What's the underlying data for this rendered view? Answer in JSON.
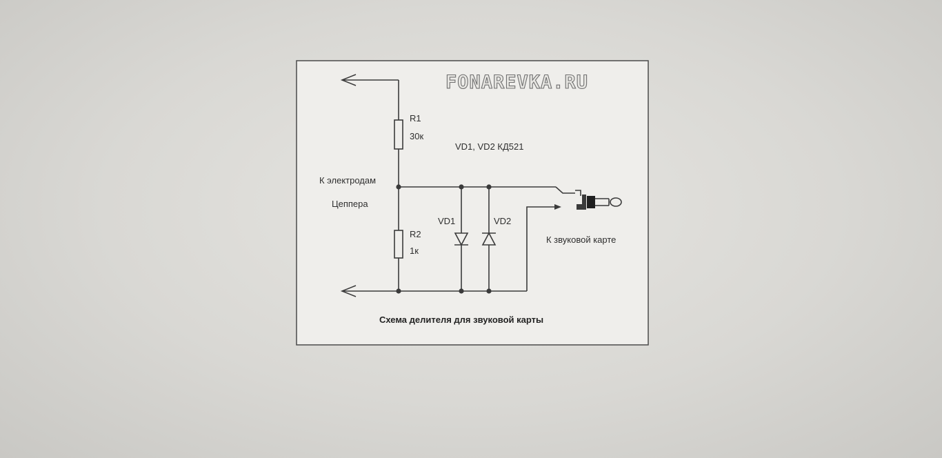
{
  "watermark": "FONAREVKA.RU",
  "components": {
    "r1": {
      "name": "R1",
      "value": "30к"
    },
    "r2": {
      "name": "R2",
      "value": "1к"
    },
    "vd1": {
      "name": "VD1"
    },
    "vd2": {
      "name": "VD2"
    },
    "diode_spec": "VD1, VD2  КД521"
  },
  "labels": {
    "electrodes_line1": "К электродам",
    "electrodes_line2": "Цеппера",
    "sound_card": "К звуковой карте"
  },
  "caption": "Схема делителя для звуковой карты"
}
